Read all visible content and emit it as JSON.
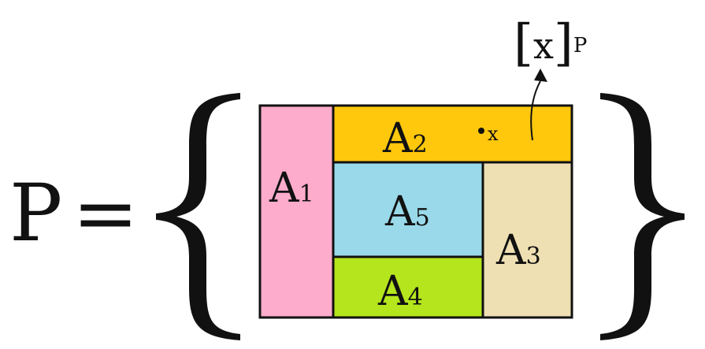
{
  "equation": {
    "lhs": "P",
    "equals": "="
  },
  "regions": [
    {
      "id": "A1",
      "letter": "A",
      "index": "1",
      "color": "#FEACCB"
    },
    {
      "id": "A2",
      "letter": "A",
      "index": "2",
      "color": "#FFC80C"
    },
    {
      "id": "A3",
      "letter": "A",
      "index": "3",
      "color": "#EFE0B3"
    },
    {
      "id": "A4",
      "letter": "A",
      "index": "4",
      "color": "#B5E51D"
    },
    {
      "id": "A5",
      "letter": "A",
      "index": "5",
      "color": "#99D9EA"
    }
  ],
  "point": {
    "label": "x"
  },
  "equivalence_class": {
    "open_bracket": "[",
    "element": "x",
    "close_bracket": "]",
    "subscript": "P"
  },
  "colors": {
    "stroke": "#111111",
    "background": "#FFFFFF"
  }
}
